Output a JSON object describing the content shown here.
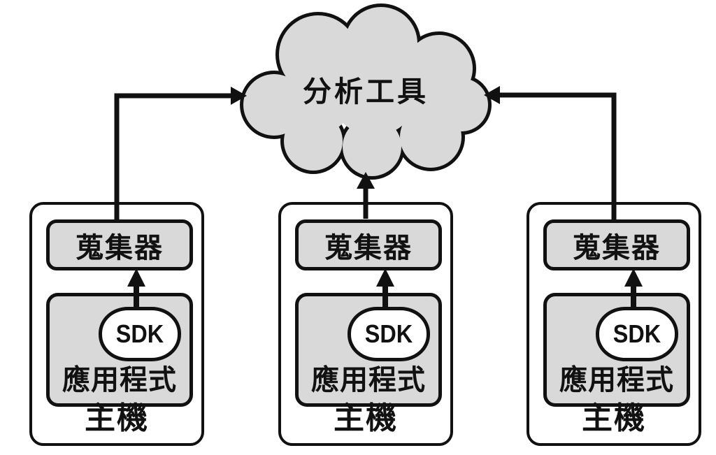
{
  "cloud": {
    "label": "分析工具"
  },
  "hosts": [
    {
      "host_label": "主機",
      "collector_label": "蒐集器",
      "app_label": "應用程式",
      "sdk_label": "SDK"
    },
    {
      "host_label": "主機",
      "collector_label": "蒐集器",
      "app_label": "應用程式",
      "sdk_label": "SDK"
    },
    {
      "host_label": "主機",
      "collector_label": "蒐集器",
      "app_label": "應用程式",
      "sdk_label": "SDK"
    }
  ],
  "colors": {
    "stroke": "#111111",
    "box_fill": "#d9d9d9",
    "background": "#ffffff"
  }
}
